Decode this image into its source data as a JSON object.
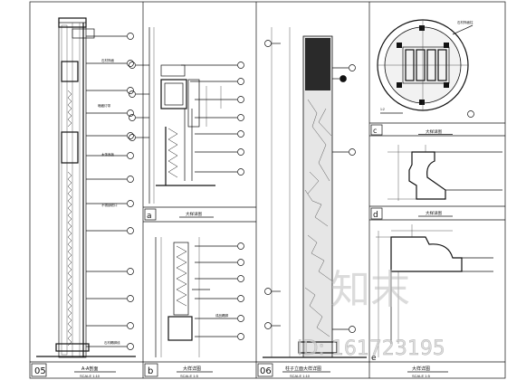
{
  "title_bar": {
    "panel_05": {
      "number": "05",
      "title": "A-A剖面",
      "scale": "SCALE 1:10"
    },
    "panel_a": {
      "letter": "a"
    },
    "panel_a_title": {
      "title": "大样详图"
    },
    "panel_b": {
      "letter": "b",
      "title": "大样详图",
      "scale": "SCALE 1:5"
    },
    "panel_06": {
      "number": "06",
      "title": "柱子立面大样详图",
      "scale": "SCALE 1:10"
    },
    "panel_c": {
      "letter": "c",
      "title": "大样详图"
    },
    "panel_d": {
      "letter": "d",
      "title": "大样详图"
    },
    "panel_e": {
      "letter": "e",
      "title": "大样详图",
      "scale": "SCALE 1:5"
    }
  },
  "annotations": {
    "a05_1": "石材饰面",
    "a05_2": "暗藏灯带",
    "a05_3": "木饰面板",
    "a05_4": "不锈钢收口",
    "a05_5": "石材踢脚线",
    "b_1": "成品踢脚",
    "c_1": "石材饰面柱",
    "c_2": "1:2"
  },
  "watermark": {
    "brand": "知末",
    "id_text": "ID: 161723195"
  },
  "colors": {
    "ink": "#111111",
    "marble": "#d9d9d9",
    "dark_cap": "#2a2a2a"
  }
}
